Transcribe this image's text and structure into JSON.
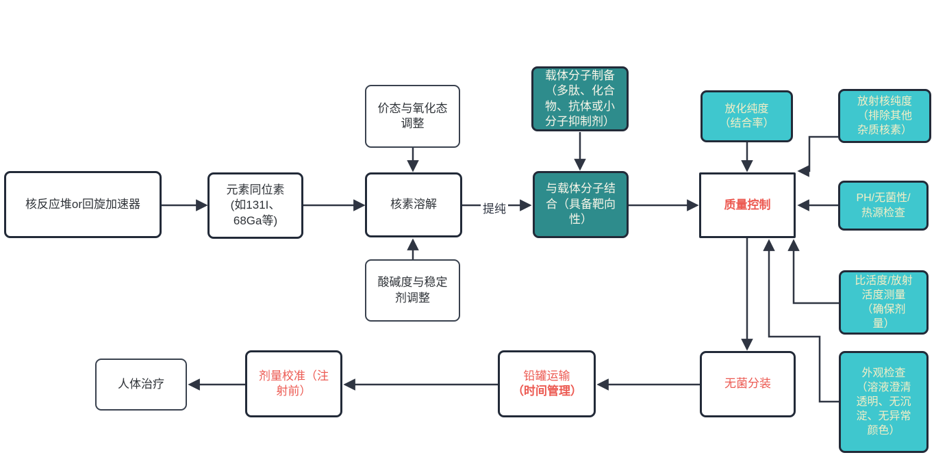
{
  "diagram": {
    "nodes": {
      "reactor": {
        "label": "核反应堆or回旋加速器"
      },
      "isotope": {
        "label": "元素同位素\n(如131I、\n68Ga等)"
      },
      "valence": {
        "label": "价态与氧化态\n调整"
      },
      "dissolve": {
        "label": "核素溶解"
      },
      "ph_stabilizer": {
        "label": "酸碱度与稳定\n剂调整"
      },
      "carrier_prep": {
        "label": "载体分子制备\n（多肽、化合\n物、抗体或小\n分子抑制剂）"
      },
      "carrier_bind": {
        "label": "与载体分子结\n合（具备靶向\n性）"
      },
      "radiochemical_purity": {
        "label": "放化纯度\n（结合率）"
      },
      "radionuclide_purity": {
        "label": "放射核纯度\n（排除其他\n杂质核素）"
      },
      "quality_control": {
        "label": "质量控制"
      },
      "ph_sterility": {
        "label": "PH/无菌性/\n热源检查"
      },
      "specific_activity": {
        "label": "比活度/放射\n活度测量\n（确保剂\n量）"
      },
      "appearance": {
        "label": "外观检查\n（溶液澄清\n透明、无沉\n淀、无异常\n颜色）"
      },
      "sterile_dispensing": {
        "label": "无菌分装"
      },
      "lead_transport": {
        "label_main": "铅罐运输",
        "label_bold": "（时间管理）"
      },
      "dose_calibration": {
        "label": "剂量校准（注\n射前）"
      },
      "human_therapy": {
        "label": "人体治疗"
      }
    },
    "edges": [
      {
        "from": "reactor",
        "to": "isotope"
      },
      {
        "from": "isotope",
        "to": "dissolve"
      },
      {
        "from": "valence",
        "to": "dissolve"
      },
      {
        "from": "ph_stabilizer",
        "to": "dissolve"
      },
      {
        "from": "dissolve",
        "to": "carrier_bind",
        "label": "提纯"
      },
      {
        "from": "carrier_prep",
        "to": "carrier_bind"
      },
      {
        "from": "carrier_bind",
        "to": "quality_control"
      },
      {
        "from": "radiochemical_purity",
        "to": "quality_control"
      },
      {
        "from": "radionuclide_purity",
        "to": "quality_control"
      },
      {
        "from": "ph_sterility",
        "to": "quality_control"
      },
      {
        "from": "specific_activity",
        "to": "quality_control"
      },
      {
        "from": "appearance",
        "to": "quality_control"
      },
      {
        "from": "quality_control",
        "to": "sterile_dispensing"
      },
      {
        "from": "sterile_dispensing",
        "to": "lead_transport"
      },
      {
        "from": "lead_transport",
        "to": "dose_calibration"
      },
      {
        "from": "dose_calibration",
        "to": "human_therapy"
      }
    ],
    "colors": {
      "dark_teal_fill": "#2E8C8C",
      "cyan_fill": "#3FC7CE",
      "cream_text": "#F3EEC6",
      "red_text": "#EC5A52",
      "box_border": "#222A38",
      "arrow": "#2F3542",
      "background": "#FFFFFF"
    }
  }
}
